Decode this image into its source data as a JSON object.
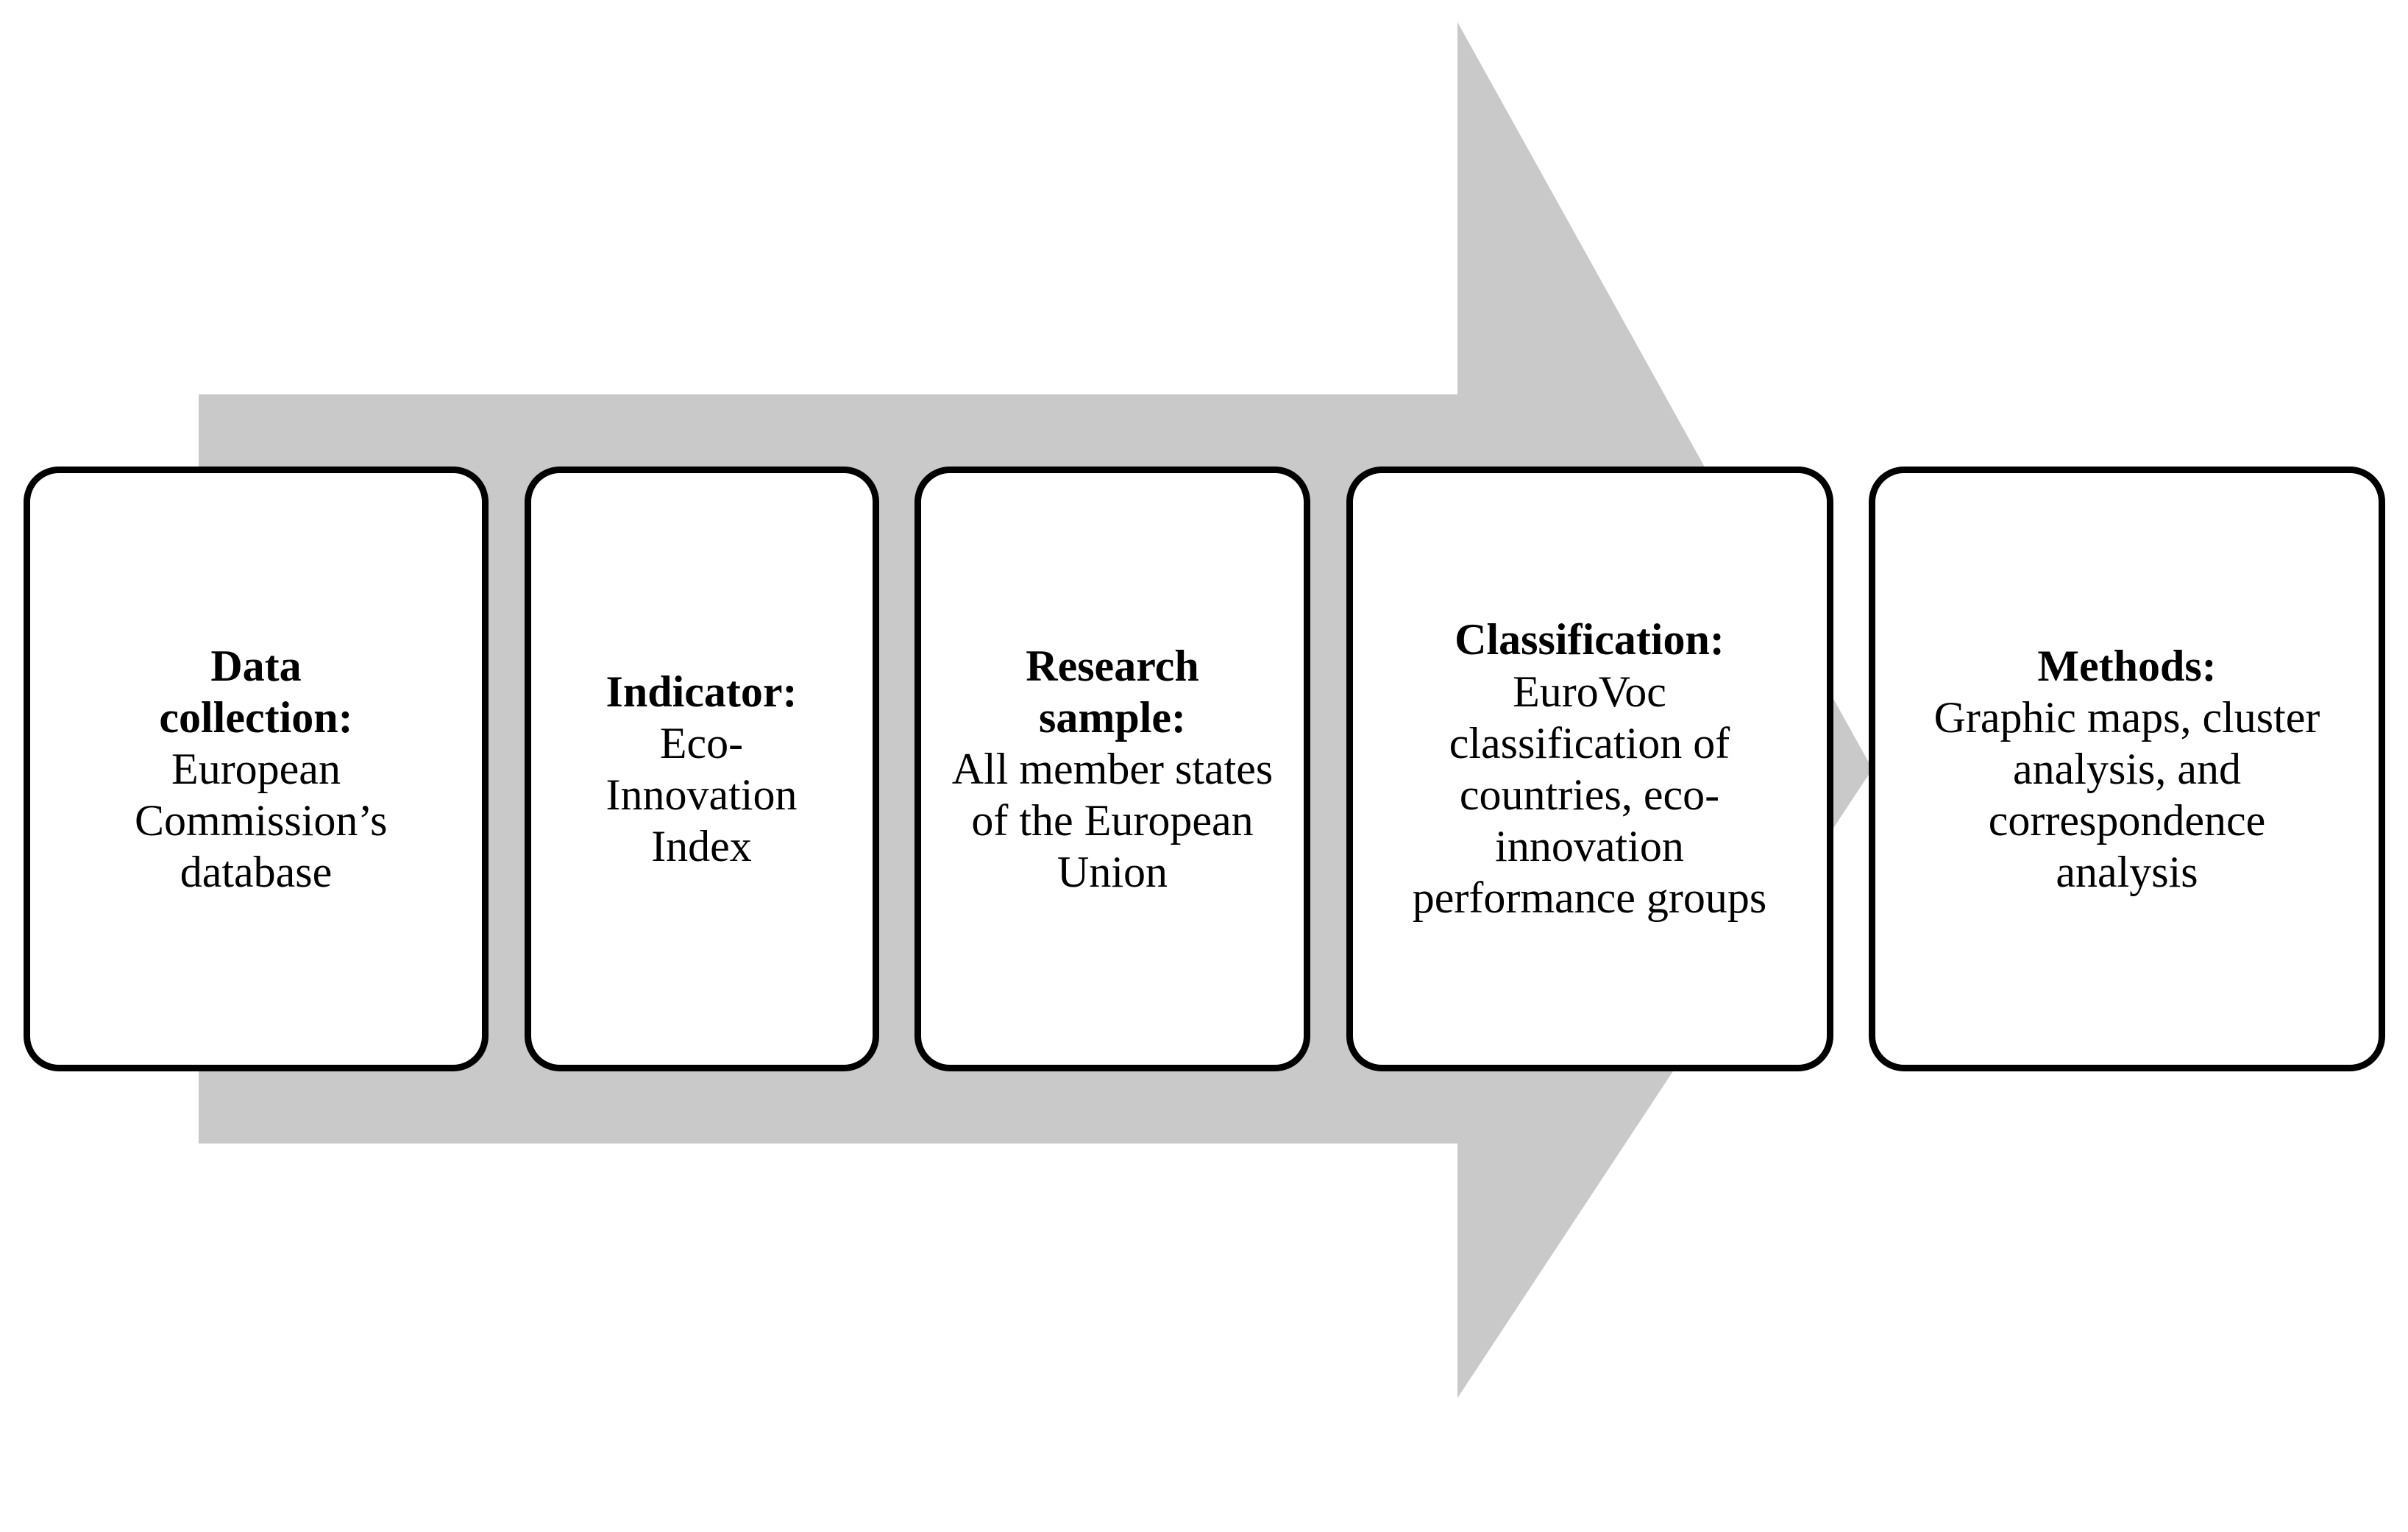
{
  "diagram": {
    "type": "process-arrow-flow",
    "direction": "left-to-right",
    "arrow": {
      "name": "right-arrow-background",
      "fill_color": "#c9c9c9"
    },
    "box_style": {
      "fill_color": "#ffffff",
      "border_color": "#000000",
      "text_color": "#000000"
    },
    "steps": [
      {
        "id": "data-collection",
        "title": "Data collection:",
        "body": "European Commission’s database"
      },
      {
        "id": "indicator",
        "title": "Indicator:",
        "body": "Eco-Innovation Index"
      },
      {
        "id": "research-sample",
        "title": "Research sample:",
        "body": "All member states of the European Union"
      },
      {
        "id": "classification",
        "title": "Classification:",
        "body": "EuroVoc classification of countries, eco-innovation performance groups"
      },
      {
        "id": "methods",
        "title": "Methods:",
        "body": "Graphic maps, cluster analysis, and correspondence analysis"
      }
    ]
  }
}
